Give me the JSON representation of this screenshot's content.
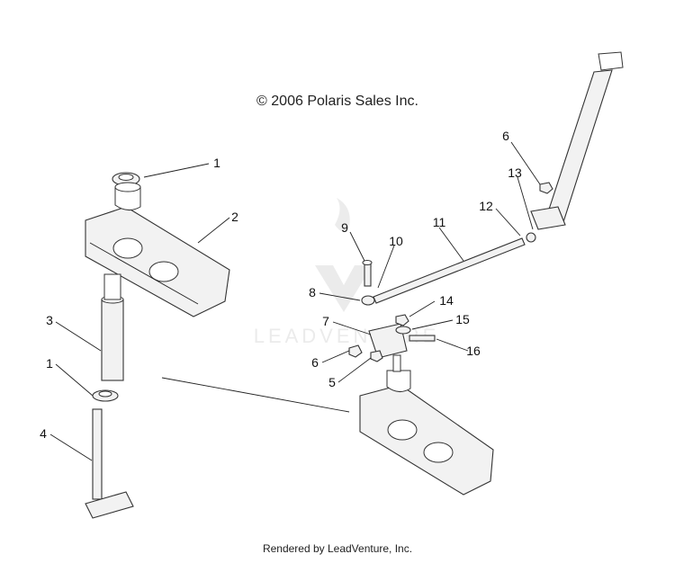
{
  "copyright": "© 2006 Polaris Sales Inc.",
  "footer": "Rendered by LeadVenture, Inc.",
  "watermark": "LEADVENTURE",
  "callouts": [
    "1",
    "2",
    "3",
    "1",
    "4",
    "9",
    "10",
    "11",
    "12",
    "13",
    "6",
    "8",
    "7",
    "14",
    "15",
    "16",
    "6",
    "5"
  ]
}
